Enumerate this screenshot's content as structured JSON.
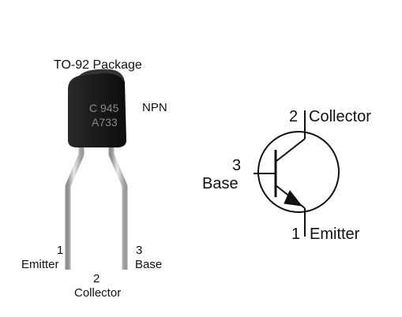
{
  "package": {
    "title": "TO-92 Package",
    "type_label": "NPN",
    "body_marking_line1": "C 945",
    "body_marking_line2": "A733",
    "pins": [
      {
        "number": "1",
        "name": "Emitter"
      },
      {
        "number": "2",
        "name": "Collector"
      },
      {
        "number": "3",
        "name": "Base"
      }
    ]
  },
  "symbol": {
    "collector": {
      "number": "2",
      "name": "Collector"
    },
    "base": {
      "number": "3",
      "name": "Base"
    },
    "emitter": {
      "number": "1",
      "name": "Emitter"
    }
  },
  "colors": {
    "body": "#1b1b1b",
    "marking": "#8a8a8a",
    "lead": "#bdbdbd",
    "line": "#111111"
  }
}
